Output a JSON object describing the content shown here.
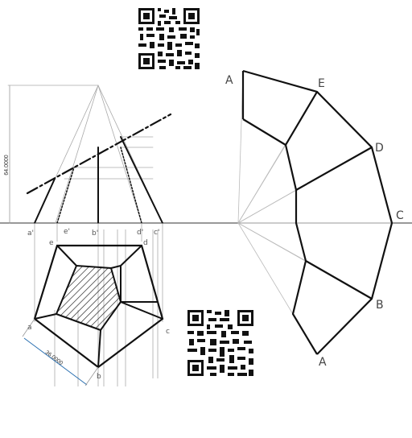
{
  "dimensions": {
    "height_label": "64.0000",
    "side_label": "36.0000"
  },
  "front_view_labels": {
    "a_prime": "a'",
    "e_prime": "e'",
    "b_prime": "b'",
    "d_prime": "d'",
    "c_prime": "c'"
  },
  "top_view_labels": {
    "e": "e",
    "d": "d",
    "a": "a",
    "c": "c",
    "b": "b"
  },
  "development_labels": {
    "A_top": "A",
    "E": "E",
    "D": "D",
    "C": "C",
    "B": "B",
    "A_bottom": "A"
  },
  "qr_codes": [
    "qr-code-top",
    "qr-code-bottom"
  ]
}
